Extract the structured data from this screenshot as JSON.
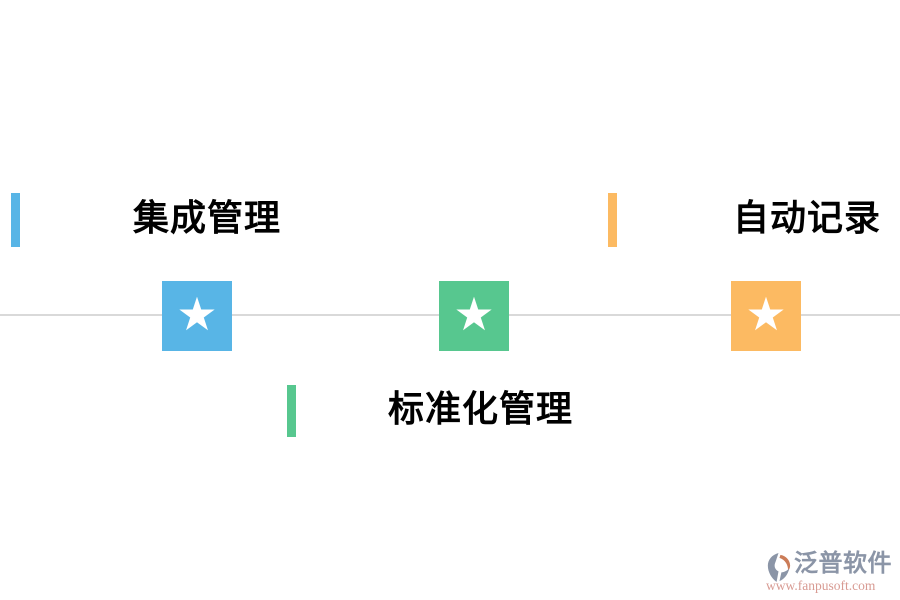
{
  "canvas": {
    "background": "#ffffff"
  },
  "timeline": {
    "line_color": "#d9d9d9"
  },
  "icons": {
    "star": "★",
    "star_color": "#ffffff"
  },
  "milestones": [
    {
      "id": "integration",
      "label": "集成管理",
      "color": "#58b5e6",
      "label_position": "above-line-left"
    },
    {
      "id": "standardization",
      "label": "标准化管理",
      "color": "#57c78f",
      "label_position": "below-line-center"
    },
    {
      "id": "autorecord",
      "label": "自动记录",
      "color": "#fcba62",
      "label_position": "above-line-right"
    }
  ],
  "watermark": {
    "brand": "泛普软件",
    "url": "www.fanpusoft.com",
    "brand_color": "#8b95a7",
    "url_color": "#d89b93",
    "icon_gray": "#8b95a7",
    "icon_orange": "#cb7c58"
  }
}
